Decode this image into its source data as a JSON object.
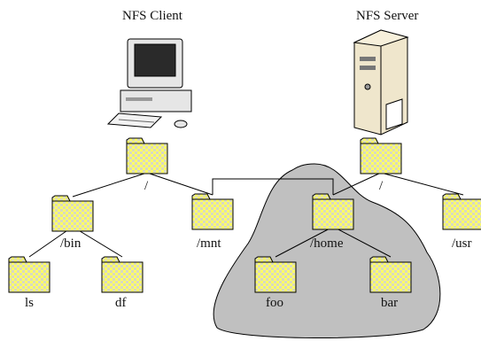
{
  "titles": {
    "client": "NFS Client",
    "server": "NFS Server"
  },
  "client_tree": {
    "root": "/",
    "bin": "/bin",
    "mnt": "/mnt",
    "ls": "ls",
    "df": "df"
  },
  "server_tree": {
    "root": "/",
    "home": "/home",
    "usr": "/usr",
    "foo": "foo",
    "bar": "bar"
  },
  "colors": {
    "folder_fill": "#ffff66",
    "folder_check": "#d9d9d9",
    "export_blob": "#c0c0c0",
    "computer_body": "#e6e6e6",
    "computer_screen": "#2a2a2a"
  },
  "icons": {
    "client_machine": "desktop-computer-icon",
    "server_machine": "server-tower-icon",
    "folder": "folder-icon"
  }
}
